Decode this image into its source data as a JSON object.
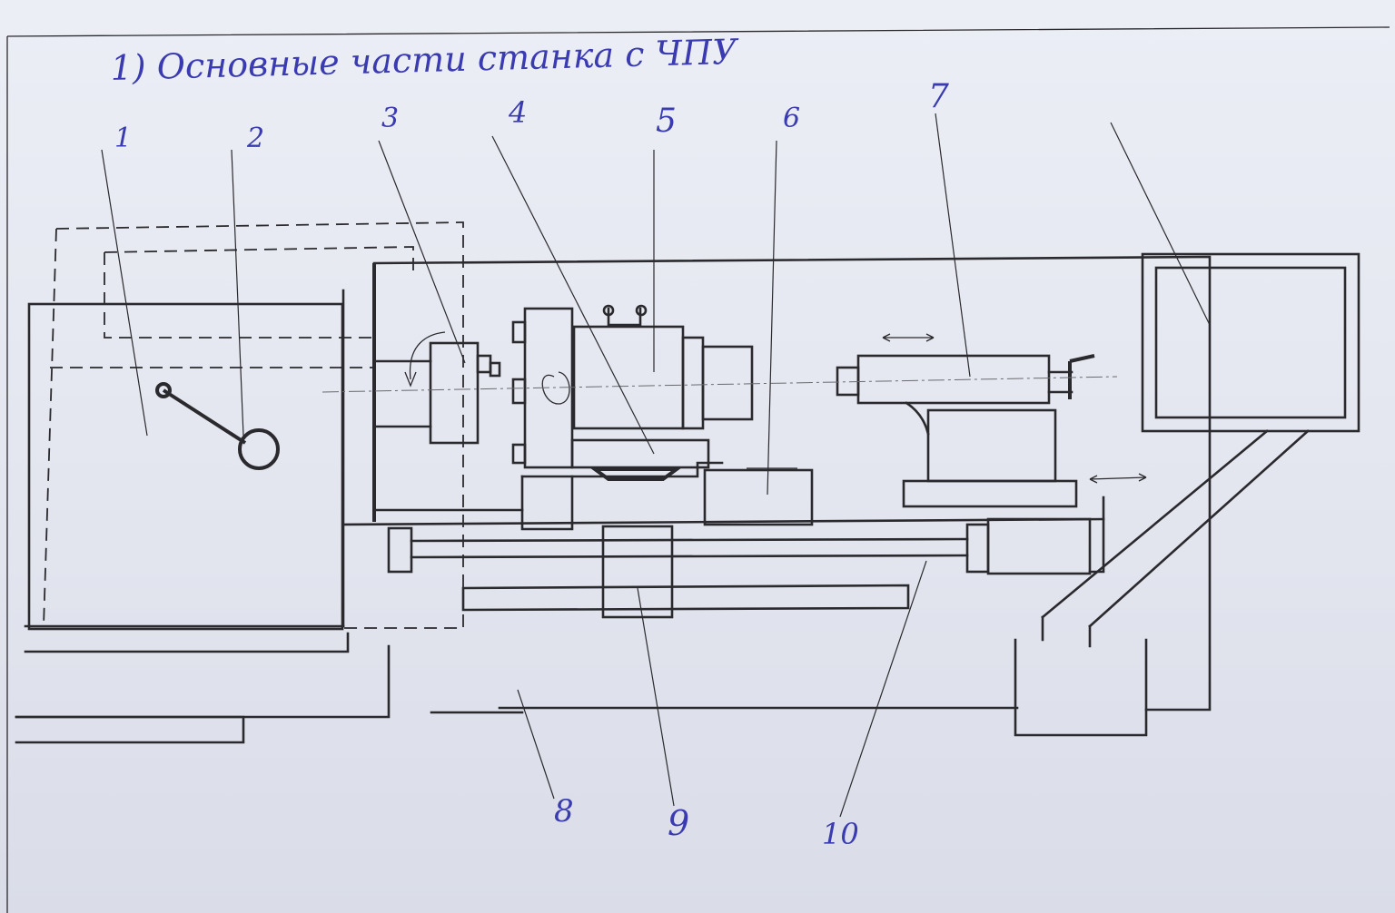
{
  "title": "1) Основные части станка с ЧПУ",
  "callouts": [
    "1",
    "2",
    "3",
    "4",
    "5",
    "6",
    "7",
    "8",
    "9",
    "10"
  ],
  "colors": {
    "ink": "#3a3bb0",
    "line": "#2a2a2e",
    "paper": "#e6e8f1"
  }
}
